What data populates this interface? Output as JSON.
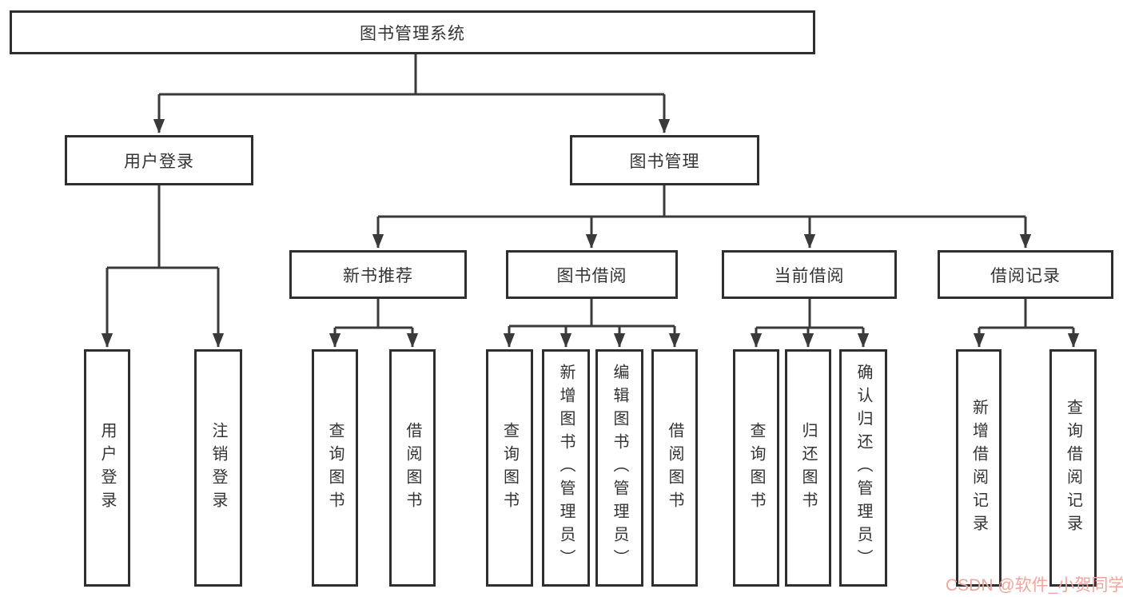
{
  "diagram": {
    "root": {
      "label": "图书管理系统"
    },
    "branches": [
      {
        "label": "用户登录",
        "children": [
          {
            "label": "用户登录"
          },
          {
            "label": "注销登录"
          }
        ]
      },
      {
        "label": "图书管理",
        "children": [
          {
            "label": "新书推荐",
            "children": [
              {
                "label": "查询图书"
              },
              {
                "label": "借阅图书"
              }
            ]
          },
          {
            "label": "图书借阅",
            "children": [
              {
                "label": "查询图书"
              },
              {
                "label": "新增图书（管理员）"
              },
              {
                "label": "编辑图书（管理员）"
              },
              {
                "label": "借阅图书"
              }
            ]
          },
          {
            "label": "当前借阅",
            "children": [
              {
                "label": "查询图书"
              },
              {
                "label": "归还图书"
              },
              {
                "label": "确认归还（管理员）"
              }
            ]
          },
          {
            "label": "借阅记录",
            "children": [
              {
                "label": "新增借阅记录"
              },
              {
                "label": "查询借阅记录"
              }
            ]
          }
        ]
      }
    ]
  },
  "colors": {
    "line": "#3a3a3a",
    "border": "#2f2f2f",
    "text": "#333333",
    "watermark": "#f0a59d"
  },
  "watermark": {
    "text": "CSDN @软件_小贺同学"
  }
}
